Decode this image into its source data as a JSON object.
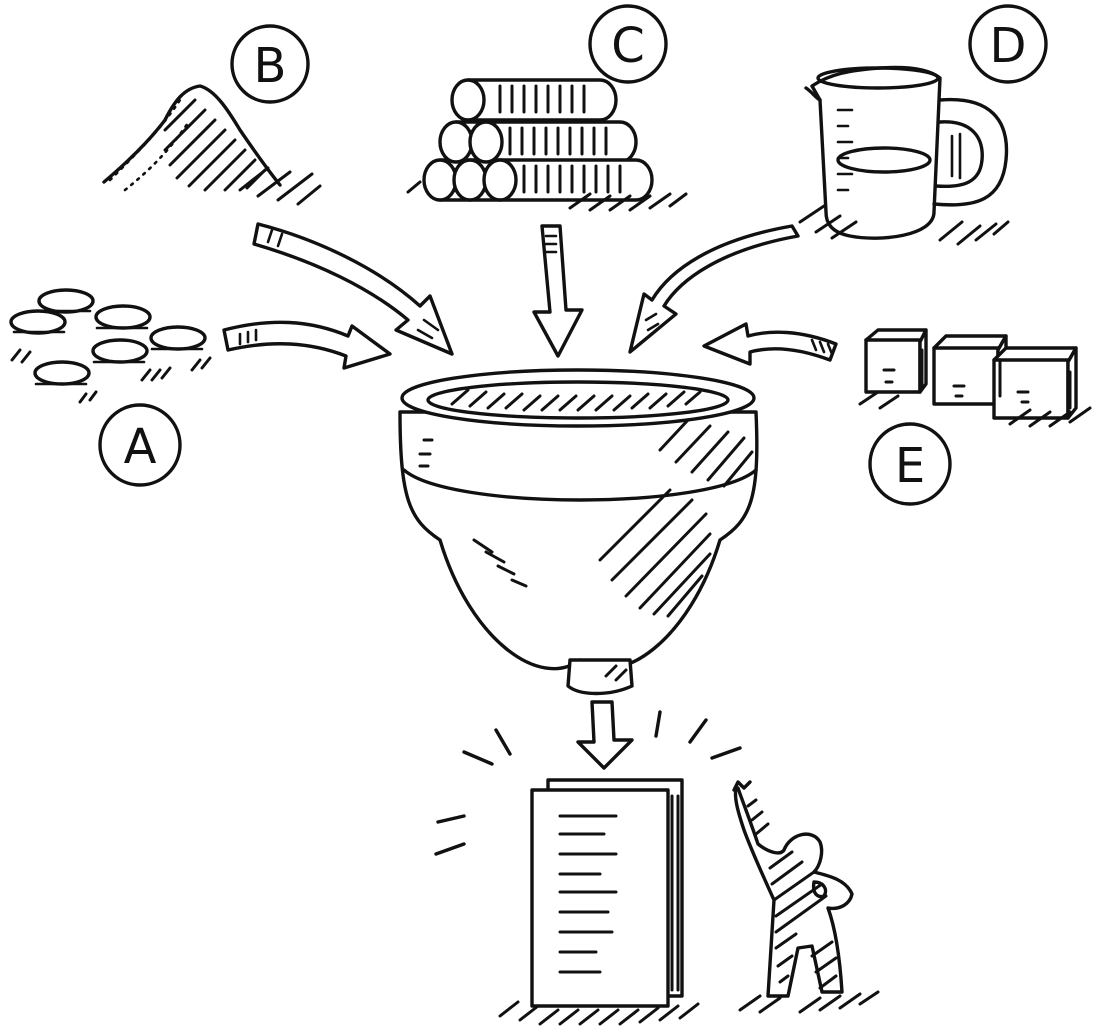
{
  "labels": {
    "a": "A",
    "b": "B",
    "c": "C",
    "d": "D",
    "e": "E"
  },
  "icons": {
    "a": "coins-pile-icon",
    "b": "sand-heap-icon",
    "c": "stacked-logs-icon",
    "d": "measuring-jug-icon",
    "e": "cubes-row-icon",
    "funnel": "funnel-icon",
    "output": "document-icon",
    "person": "cheering-person-icon"
  }
}
